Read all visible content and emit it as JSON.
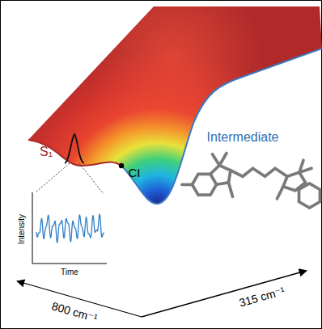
{
  "diagram": {
    "labels": [
      "S₁",
      "CI",
      "Intermediate",
      "Intensity",
      "Time",
      "800 cm⁻¹",
      "315 cm⁻¹"
    ]
  }
}
